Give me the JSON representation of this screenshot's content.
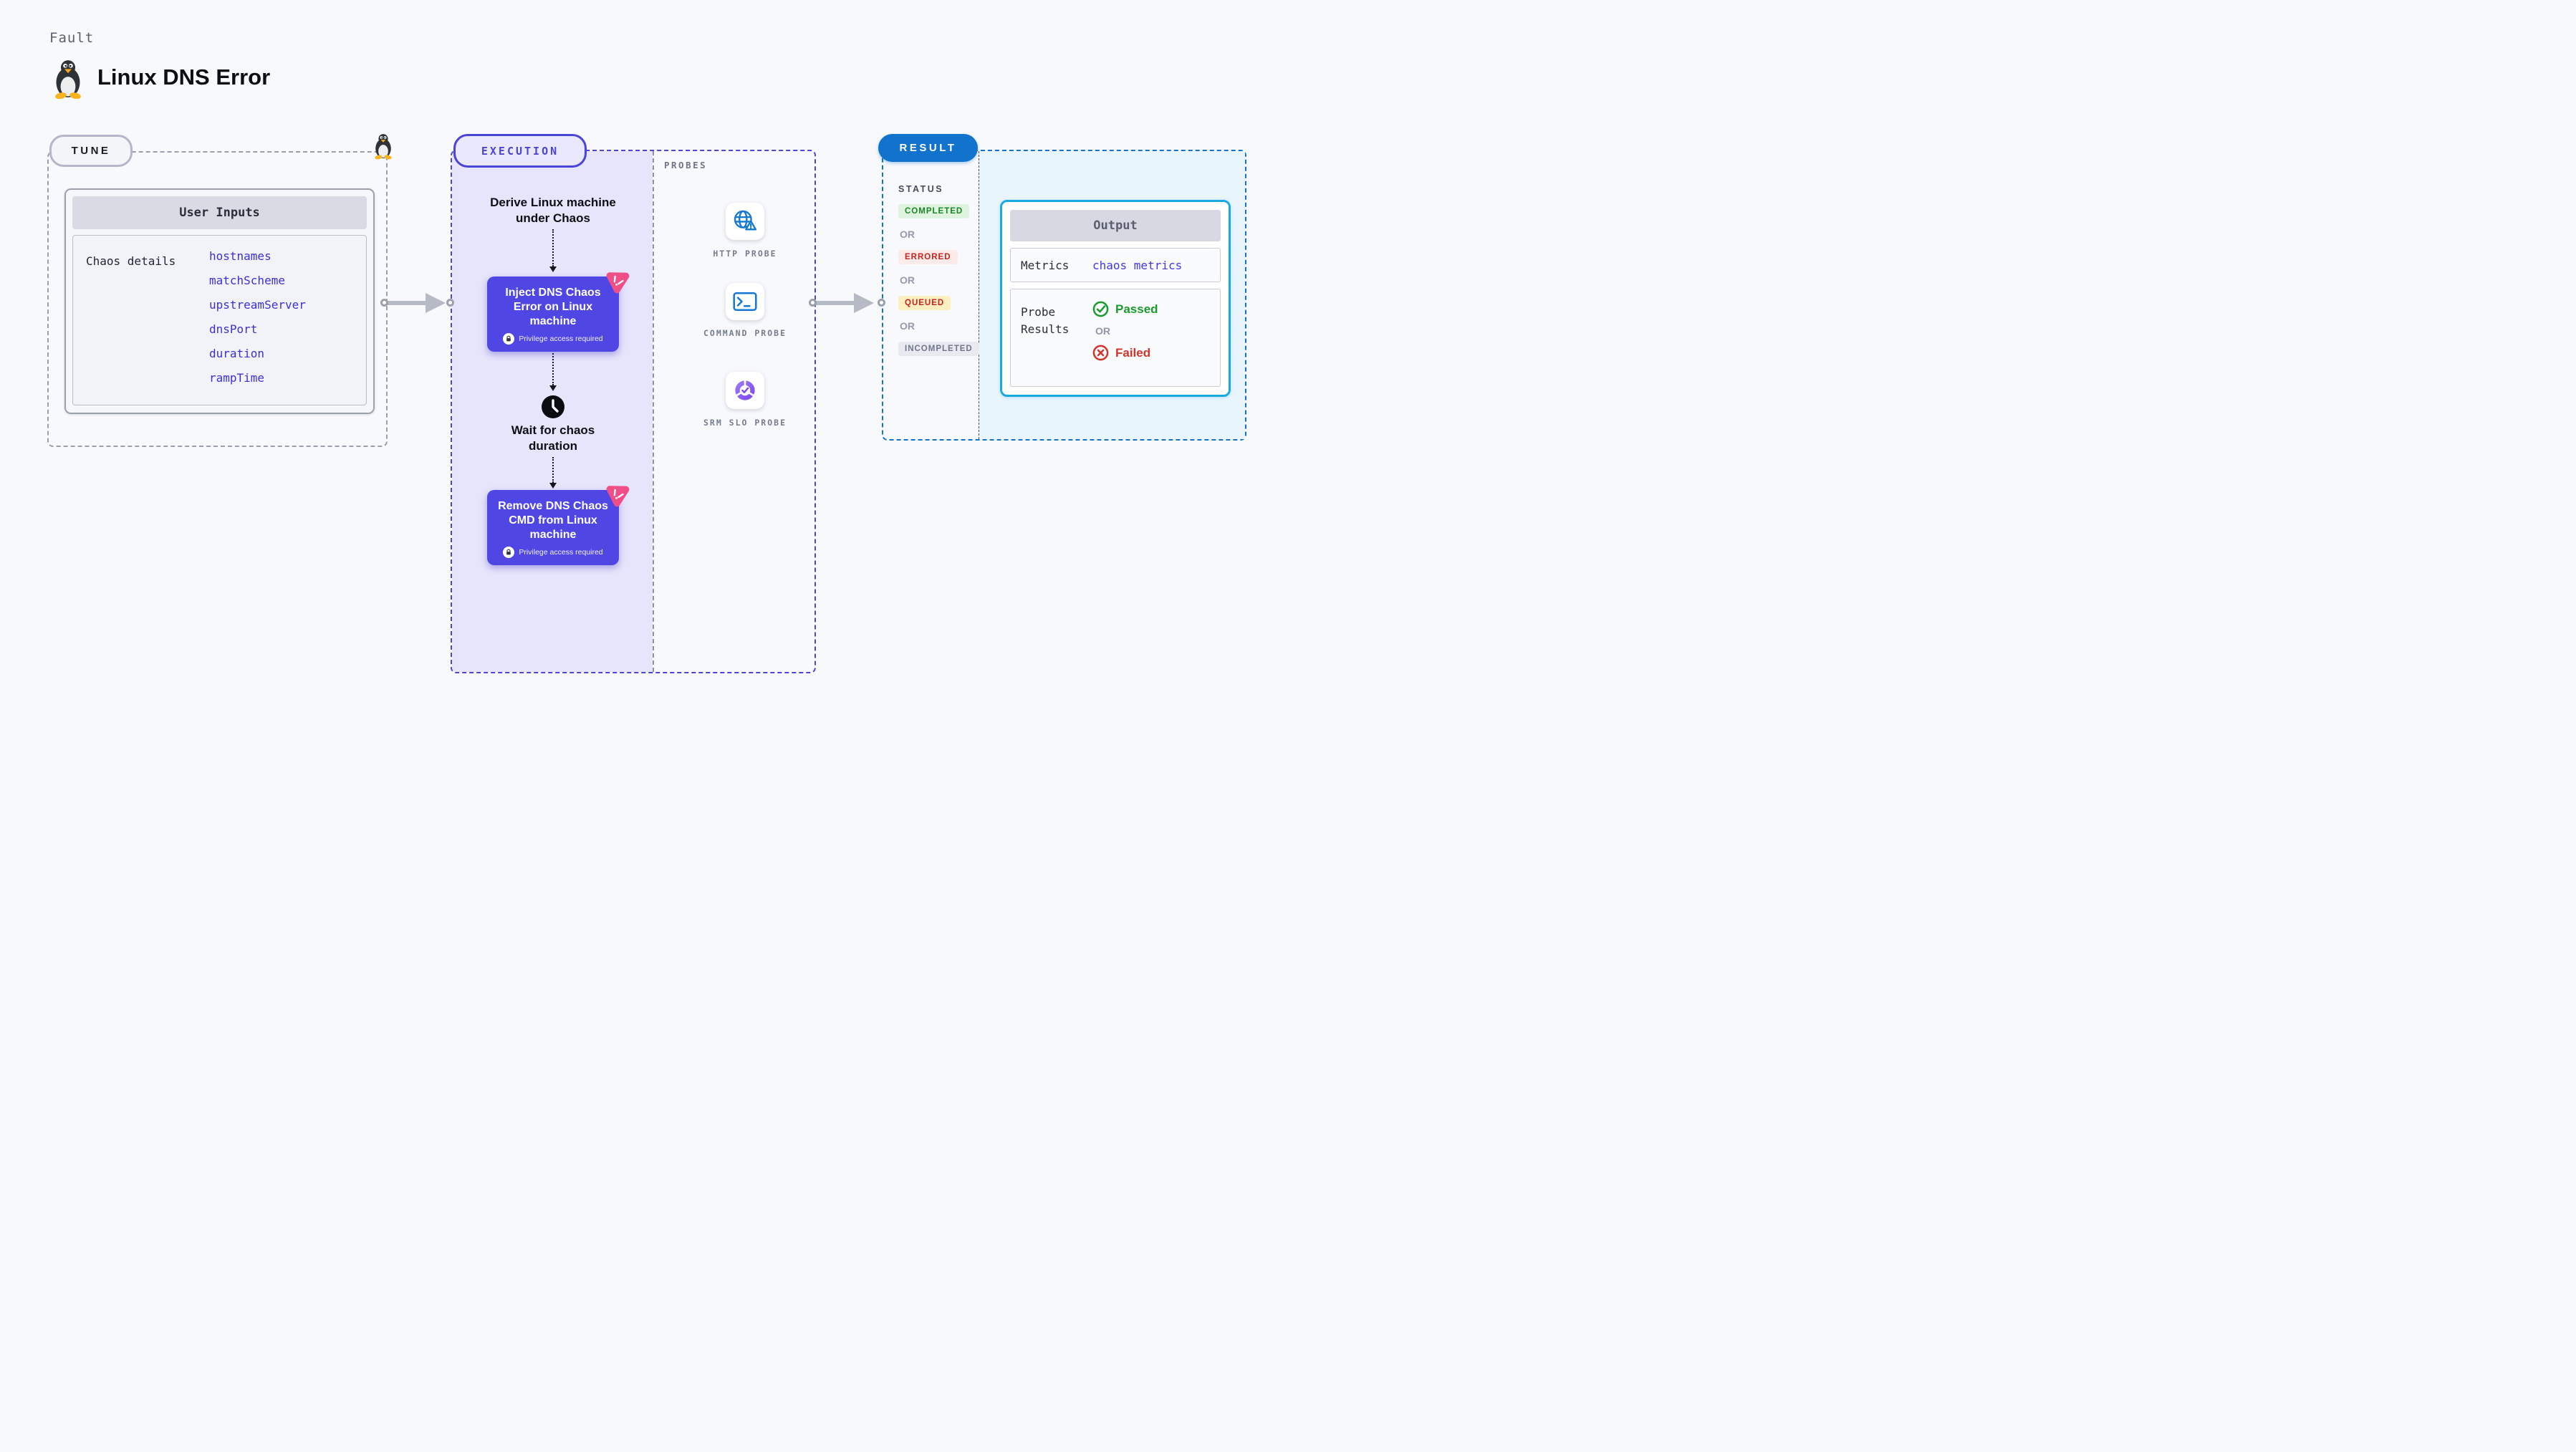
{
  "header": {
    "eyebrow": "Fault",
    "title": "Linux DNS Error"
  },
  "tune": {
    "badge": "TUNE",
    "table": {
      "header": "User Inputs",
      "row_label": "Chaos details",
      "params": [
        "hostnames",
        "matchScheme",
        "upstreamServer",
        "dnsPort",
        "duration",
        "rampTime"
      ]
    }
  },
  "execution": {
    "badge": "EXECUTION",
    "steps": {
      "derive": "Derive Linux machine under Chaos",
      "inject": "Inject DNS Chaos Error on Linux machine",
      "inject_note": "Privilege access required",
      "wait": "Wait for chaos duration",
      "remove": "Remove DNS Chaos CMD from Linux machine",
      "remove_note": "Privilege access required"
    }
  },
  "probes": {
    "label": "PROBES",
    "items": [
      {
        "name": "HTTP PROBE",
        "icon": "globe-warning-icon"
      },
      {
        "name": "COMMAND PROBE",
        "icon": "terminal-icon"
      },
      {
        "name": "SRM SLO PROBE",
        "icon": "slo-donut-icon"
      }
    ]
  },
  "result": {
    "badge": "RESULT",
    "status_label": "STATUS",
    "or_label": "OR",
    "statuses": [
      {
        "label": "COMPLETED",
        "style": "background:#def4de;color:#1b8426;"
      },
      {
        "label": "ERRORED",
        "style": "background:#fcebe9;color:#c5221f;"
      },
      {
        "label": "QUEUED",
        "style": "background:#fdefc0;color:#c5221f;"
      },
      {
        "label": "INCOMPLETED",
        "style": "background:#e9eaf1;color:#70768a;"
      }
    ],
    "output": {
      "header": "Output",
      "metrics_label": "Metrics",
      "metrics_value": "chaos metrics",
      "probe_results_label": "Probe Results",
      "passed": "Passed",
      "or_label": "OR",
      "failed": "Failed"
    }
  },
  "colors": {
    "page_bg": "#f8f9fc",
    "execution_accent": "#4b44d9",
    "chaos_node_bg": "#5046e4",
    "chaos_logo_pink": "#f04e87",
    "result_accent": "#1273cd",
    "output_border_cyan": "#1ba9e4",
    "probe_icon_blue": "#1478d2",
    "srm_icon_purple": "#8a5cf0",
    "passed_green": "#1a9b2d",
    "failed_red": "#d2342b",
    "connector_gray": "#b6bac5"
  }
}
